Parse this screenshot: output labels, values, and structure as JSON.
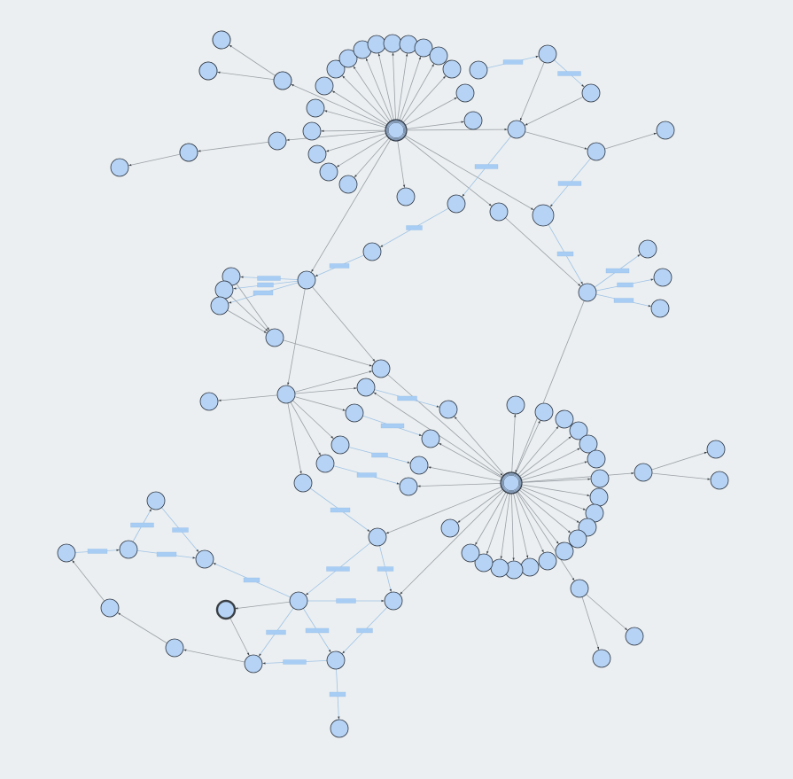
{
  "diagram": {
    "type": "force-directed network graph",
    "colors": {
      "background": "#ebeff1",
      "node_fill": "#b6d3f5",
      "node_stroke": "#2c3440",
      "edge": "#9aa0a6",
      "labeled_edge": "#9fc3e6",
      "edge_label_fill": "#a8cdf5"
    },
    "nodes": [
      "hub1",
      "hub2",
      "n_a1",
      "n_a2",
      "n_a3",
      "n_a4",
      "n_a5",
      "n_a6",
      "n_a7",
      "n_a8",
      "n_a9",
      "n_a10",
      "n_a11",
      "n_a12",
      "n_a13",
      "n_a14",
      "n_a15",
      "n_a16",
      "n_a17",
      "n_a18",
      "n_a19",
      "n_a20",
      "n_b1",
      "n_b2",
      "n_b3",
      "n_b4",
      "n_b5",
      "n_b6",
      "n_b7",
      "n_b8",
      "n_b9",
      "n_b10",
      "n_b11",
      "n_c1",
      "n_c2",
      "n_c3",
      "n_c4",
      "n_c5",
      "n_c6",
      "n_d1",
      "n_d2",
      "n_d3",
      "n_d4",
      "n_d5",
      "n_d6",
      "n_d7",
      "n_d8",
      "n_d9",
      "n_d10",
      "n_d11",
      "n_d12",
      "n_e1",
      "n_e2",
      "n_e3",
      "n_e4",
      "n_e5",
      "n_e6",
      "n_e7",
      "n_e8",
      "n_e9",
      "n_e10",
      "n_e11",
      "n_e12",
      "n_e13",
      "n_e14",
      "n_e15",
      "n_e16",
      "n_e17",
      "n_e18",
      "n_e19",
      "n_e20",
      "n_e21",
      "n_e22",
      "n_e23",
      "n_e24",
      "n_e25",
      "n_e26",
      "n_e27",
      "n_e28",
      "n_f1",
      "n_f2",
      "n_f3",
      "n_f4",
      "n_f5",
      "n_f6",
      "n_f7",
      "n_f8",
      "n_f9",
      "n_f10",
      "n_f11"
    ],
    "edges": [
      [
        "hub1",
        "n_a1"
      ],
      [
        "hub1",
        "n_a2"
      ],
      [
        "hub1",
        "n_a3"
      ],
      [
        "hub1",
        "n_a4"
      ],
      [
        "hub1",
        "n_a5"
      ],
      [
        "hub1",
        "n_a6"
      ],
      [
        "hub1",
        "n_a7"
      ],
      [
        "hub1",
        "n_a8"
      ],
      [
        "hub1",
        "n_a9"
      ],
      [
        "hub1",
        "n_a10"
      ],
      [
        "hub1",
        "n_a11"
      ],
      [
        "hub1",
        "n_a12"
      ],
      [
        "hub1",
        "n_a13"
      ],
      [
        "hub1",
        "n_a14"
      ],
      [
        "hub1",
        "n_a15"
      ],
      [
        "hub1",
        "n_a16"
      ],
      [
        "hub1",
        "n_a17"
      ],
      [
        "hub1",
        "n_a18"
      ],
      [
        "hub1",
        "n_a19"
      ],
      [
        "hub1",
        "n_a20"
      ],
      [
        "hub1",
        "n_b1"
      ],
      [
        "hub1",
        "n_b4"
      ],
      [
        "hub1",
        "n_c1"
      ],
      [
        "hub1",
        "n_b9"
      ],
      [
        "hub1",
        "n_b11"
      ],
      [
        "n_a2",
        "n_a19"
      ],
      [
        "n_a19",
        "n_a20"
      ],
      [
        "n_a4",
        "n_a18"
      ],
      [
        "n_a18",
        "n_a17"
      ],
      [
        "n_b1",
        "n_b2"
      ],
      [
        "n_b2",
        "n_b3"
      ],
      [
        "n_b1",
        "n_b4"
      ],
      [
        "n_b4",
        "n_b5"
      ],
      [
        "n_b5",
        "n_b6"
      ],
      [
        "n_b1",
        "n_b7"
      ],
      [
        "n_b7",
        "n_b6"
      ],
      [
        "n_b7",
        "n_b8"
      ],
      [
        "n_b4",
        "n_b10"
      ],
      [
        "n_b9",
        "n_b11"
      ],
      [
        "n_b11",
        "n_c1"
      ],
      [
        "n_c1",
        "n_c2"
      ],
      [
        "n_c1",
        "n_c3"
      ],
      [
        "n_c1",
        "n_c4"
      ],
      [
        "n_b11",
        "n_c5"
      ],
      [
        "n_b10",
        "n_d1"
      ],
      [
        "n_d1",
        "n_d2"
      ],
      [
        "n_d1",
        "n_d3"
      ],
      [
        "n_d2",
        "n_d4"
      ],
      [
        "n_d1",
        "n_d5"
      ],
      [
        "n_d1",
        "n_d6"
      ],
      [
        "n_d6",
        "n_d7"
      ],
      [
        "n_d6",
        "n_d8"
      ],
      [
        "n_d6",
        "n_d9"
      ],
      [
        "n_d6",
        "n_d10"
      ],
      [
        "n_d6",
        "n_d11"
      ],
      [
        "n_d6",
        "n_d12"
      ],
      [
        "n_d8",
        "hub2"
      ],
      [
        "n_d5",
        "hub2"
      ],
      [
        "hub2",
        "n_e1"
      ],
      [
        "hub2",
        "n_e2"
      ],
      [
        "hub2",
        "n_e3"
      ],
      [
        "hub2",
        "n_e4"
      ],
      [
        "hub2",
        "n_e5"
      ],
      [
        "hub2",
        "n_e6"
      ],
      [
        "hub2",
        "n_e7"
      ],
      [
        "hub2",
        "n_e8"
      ],
      [
        "hub2",
        "n_e9"
      ],
      [
        "hub2",
        "n_e10"
      ],
      [
        "hub2",
        "n_e11"
      ],
      [
        "hub2",
        "n_e12"
      ],
      [
        "hub2",
        "n_e13"
      ],
      [
        "hub2",
        "n_e14"
      ],
      [
        "hub2",
        "n_e15"
      ],
      [
        "hub2",
        "n_e16"
      ],
      [
        "hub2",
        "n_e17"
      ],
      [
        "hub2",
        "n_e18"
      ],
      [
        "hub2",
        "n_e19"
      ],
      [
        "hub2",
        "n_e20"
      ],
      [
        "hub2",
        "n_e21"
      ],
      [
        "hub2",
        "n_e22"
      ],
      [
        "hub2",
        "n_e23"
      ],
      [
        "hub2",
        "n_e24"
      ],
      [
        "hub2",
        "n_d9"
      ],
      [
        "hub2",
        "n_d10"
      ],
      [
        "hub2",
        "n_d11"
      ],
      [
        "hub2",
        "n_d12"
      ],
      [
        "hub2",
        "n_c1"
      ],
      [
        "n_e21",
        "n_e25"
      ],
      [
        "n_e21",
        "n_e26"
      ],
      [
        "n_e17",
        "n_e27"
      ],
      [
        "n_e17",
        "n_e28"
      ],
      [
        "hub2",
        "n_f1"
      ],
      [
        "hub2",
        "n_f4"
      ],
      [
        "n_f1",
        "n_f2"
      ],
      [
        "n_f2",
        "n_f3"
      ],
      [
        "n_f2",
        "n_f4"
      ],
      [
        "n_f3",
        "n_f4"
      ],
      [
        "n_f4",
        "n_f5"
      ],
      [
        "n_f2",
        "n_f5"
      ],
      [
        "n_f5",
        "n_f6"
      ],
      [
        "n_f5",
        "n_f7"
      ],
      [
        "n_f6",
        "n_f7"
      ],
      [
        "n_f7",
        "n_f8"
      ],
      [
        "n_f3",
        "n_f9"
      ],
      [
        "n_f9",
        "n_f10"
      ],
      [
        "n_f10",
        "n_f11"
      ],
      [
        "n_f11",
        "n_f6"
      ],
      [
        "n_f11",
        "n_f1"
      ],
      [
        "n_d7",
        "n_f1"
      ]
    ]
  }
}
